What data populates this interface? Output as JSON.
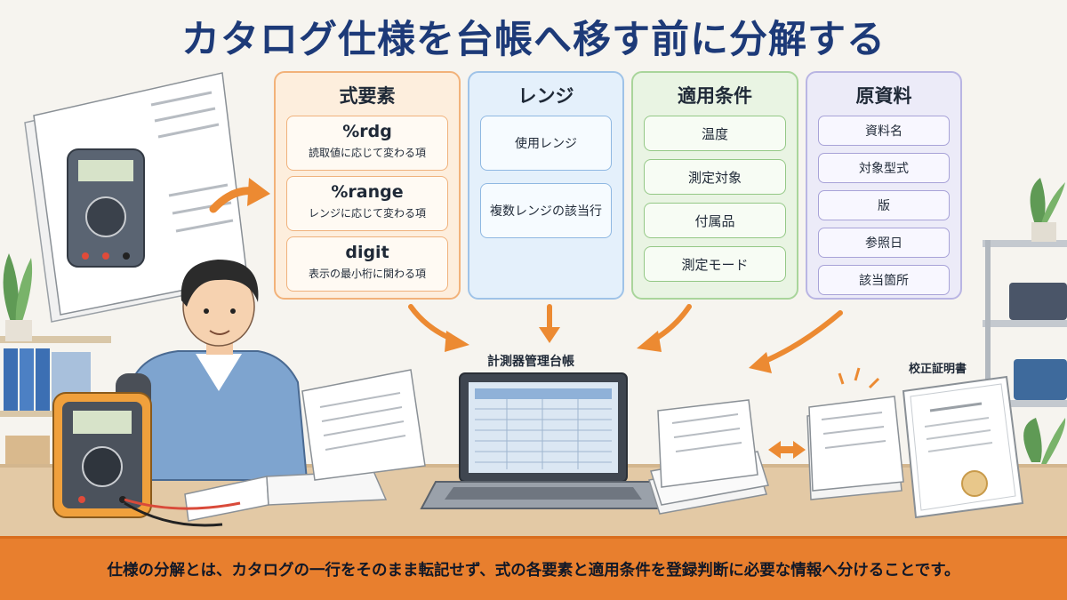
{
  "title": "カタログ仕様を台帳へ移す前に分解する",
  "panels": {
    "formula": {
      "header": "式要素",
      "items": [
        {
          "key": "%rdg",
          "desc": "読取値に応じて変わる項"
        },
        {
          "key": "%range",
          "desc": "レンジに応じて変わる項"
        },
        {
          "key": "digit",
          "desc": "表示の最小桁に関わる項"
        }
      ]
    },
    "range": {
      "header": "レンジ",
      "items": [
        "使用レンジ",
        "複数レンジの該当行"
      ]
    },
    "conditions": {
      "header": "適用条件",
      "items": [
        "温度",
        "測定対象",
        "付属品",
        "測定モード"
      ]
    },
    "source": {
      "header": "原資料",
      "items": [
        "資料名",
        "対象型式",
        "版",
        "参照日",
        "該当箇所"
      ]
    }
  },
  "labels": {
    "ledger": "計測器管理台帳",
    "certificate": "校正証明書"
  },
  "footer": "仕様の分解とは、カタログの一行をそのまま転記せず、式の各要素と適用条件を登録判断に必要な情報へ分けることです。",
  "colors": {
    "title": "#1d3a78",
    "accent": "#e87f2e",
    "formula_panel": "#fdeedd",
    "range_panel": "#e4f0fb",
    "conditions_panel": "#e9f4e3",
    "source_panel": "#ecebf8"
  }
}
